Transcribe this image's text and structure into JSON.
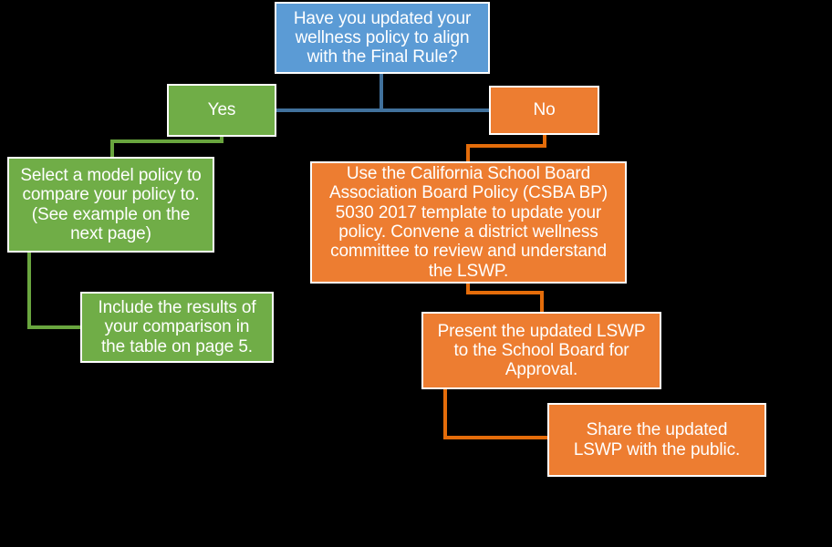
{
  "title": "Wellness policy Final Rule decision flowchart",
  "colors": {
    "background": "#000000",
    "question_fill": "#5B9BD5",
    "yes_branch_fill": "#70AD47",
    "no_branch_fill": "#ED7D31",
    "question_line": "#41719C",
    "yes_line": "#69A53E",
    "no_line": "#E46C0A",
    "node_border": "#FFFFFF",
    "text": "#FFFFFF"
  },
  "nodes": {
    "question": {
      "label": "Have you updated your\nwellness policy to align\nwith the Final Rule?"
    },
    "yes": {
      "label": "Yes"
    },
    "no": {
      "label": "No"
    },
    "select_model": {
      "label": "Select a model policy to\ncompare your policy to.\n(See example on the\nnext page)"
    },
    "include_results": {
      "label": "Include the results of\nyour comparison in\nthe table on page 5."
    },
    "use_template": {
      "label": "Use the California School Board\nAssociation Board Policy (CSBA BP)\n5030 2017 template to update your\npolicy. Convene a district wellness\ncommittee to review and understand\nthe LSWP."
    },
    "present_board": {
      "label": "Present the updated LSWP\nto the School Board for\nApproval."
    },
    "share_public": {
      "label": "Share the updated\nLSWP with the public."
    }
  }
}
